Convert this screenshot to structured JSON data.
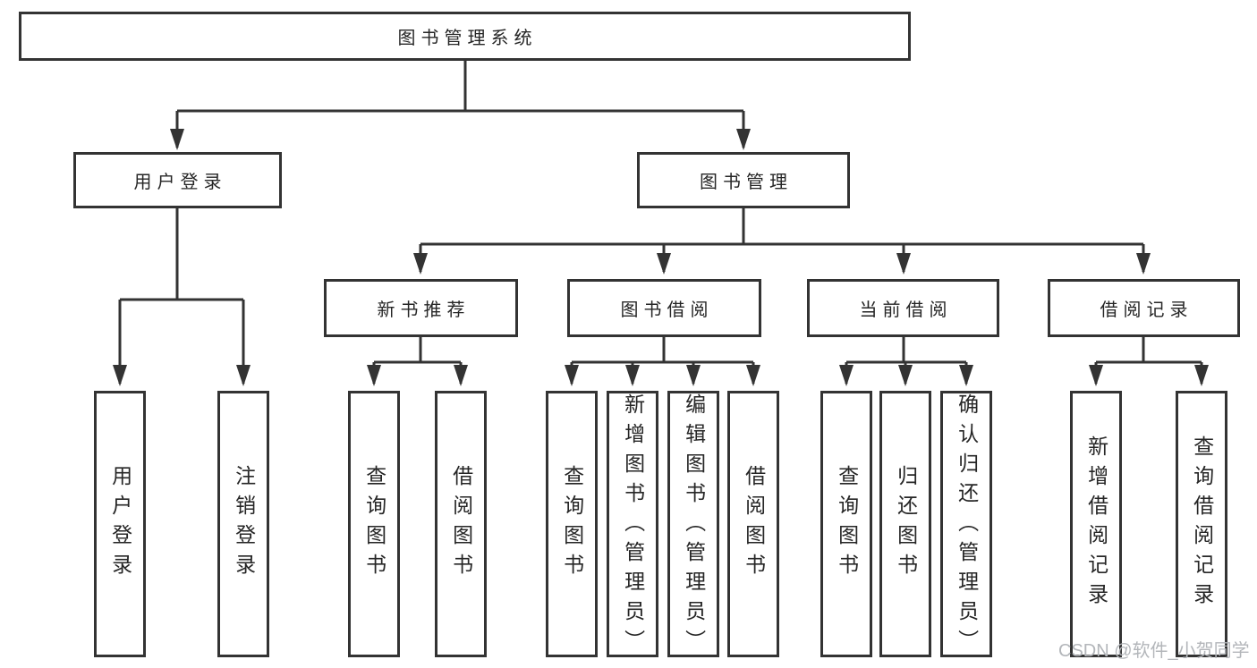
{
  "diagram": {
    "root": {
      "label": "图书管理系统",
      "children": [
        {
          "label": "用户登录",
          "children": [
            {
              "label": "用户登录"
            },
            {
              "label": "注销登录"
            }
          ]
        },
        {
          "label": "图书管理",
          "children": [
            {
              "label": "新书推荐",
              "children": [
                {
                  "label": "查询图书"
                },
                {
                  "label": "借阅图书"
                }
              ]
            },
            {
              "label": "图书借阅",
              "children": [
                {
                  "label": "查询图书"
                },
                {
                  "label": "新增图书（管理员）"
                },
                {
                  "label": "编辑图书（管理员）"
                },
                {
                  "label": "借阅图书"
                }
              ]
            },
            {
              "label": "当前借阅",
              "children": [
                {
                  "label": "查询图书"
                },
                {
                  "label": "归还图书"
                },
                {
                  "label": "确认归还（管理员）"
                }
              ]
            },
            {
              "label": "借阅记录",
              "children": [
                {
                  "label": "新增借阅记录"
                },
                {
                  "label": "查询借阅记录"
                }
              ]
            }
          ]
        }
      ]
    }
  },
  "watermark": {
    "text": "CSDN @软件_小贺同学"
  },
  "colors": {
    "line": "#333333",
    "text": "#262626",
    "box_background": "#ffffff",
    "watermark_text": "#b3b6ba",
    "background": "#ffffff"
  }
}
